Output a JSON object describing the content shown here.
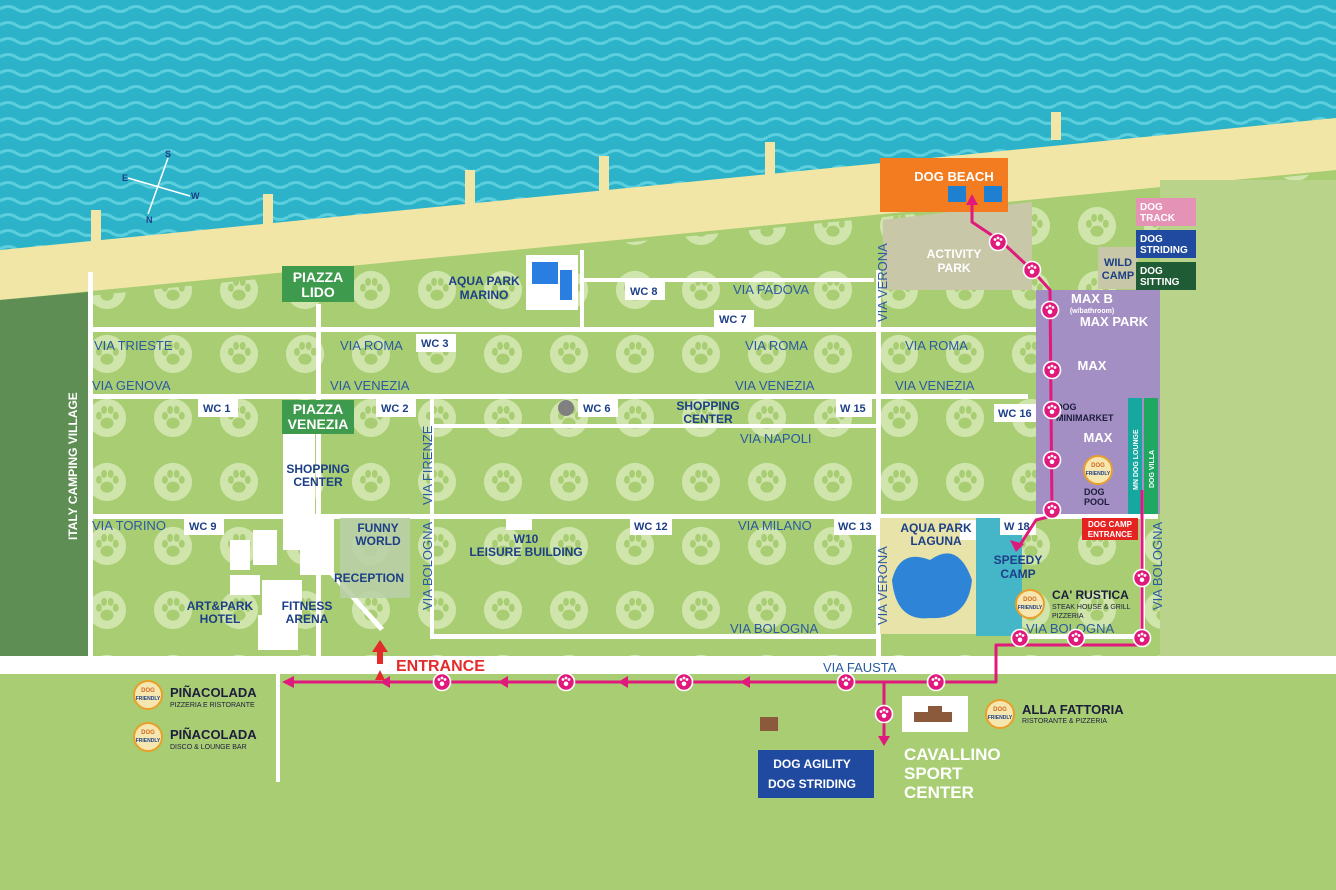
{
  "compass": {
    "s": "S",
    "e": "E",
    "w": "W",
    "n": "N"
  },
  "beach": {
    "dog_beach": "DOG BEACH"
  },
  "piazzas": {
    "lido_1": "PIAZZA",
    "lido_2": "LIDO",
    "venezia_1": "PIAZZA",
    "venezia_2": "VENEZIA"
  },
  "streets": {
    "via_trieste": "VIA TRIESTE",
    "via_genova": "VIA GENOVA",
    "via_torino": "VIA TORINO",
    "via_roma": "VIA ROMA",
    "via_venezia": "VIA VENEZIA",
    "via_padova": "VIA PADOVA",
    "via_napoli": "VIA NAPOLI",
    "via_milano": "VIA MILANO",
    "via_bologna": "VIA BOLOGNA",
    "via_fausta": "VIA FAUSTA",
    "via_verona": "VIA VERONA",
    "via_firenze": "VIA FIRENZE",
    "italy_camping_village": "ITALY CAMPING VILLAGE"
  },
  "wcs": {
    "wc1": "WC 1",
    "wc2": "WC 2",
    "wc3": "WC 3",
    "wc6": "WC 6",
    "wc7": "WC 7",
    "wc8": "WC 8",
    "wc9": "WC 9",
    "wc12": "WC 12",
    "wc13": "WC 13",
    "wc15": "W 15",
    "wc16": "WC 16",
    "wc18": "W 18"
  },
  "places": {
    "aqua_park_marino_1": "AQUA PARK",
    "aqua_park_marino_2": "MARINO",
    "shopping_center_1": "SHOPPING",
    "shopping_center_2": "CENTER",
    "funny_world_1": "FUNNY",
    "funny_world_2": "WORLD",
    "reception": "RECEPTION",
    "art_park_hotel_1": "ART&PARK",
    "art_park_hotel_2": "HOTEL",
    "fitness_arena_1": "FITNESS",
    "fitness_arena_2": "ARENA",
    "w10_1": "W10",
    "w10_2": "LEISURE BUILDING",
    "aqua_park_laguna_1": "AQUA PARK",
    "aqua_park_laguna_2": "LAGUNA",
    "speedy_camp_1": "SPEEDY",
    "speedy_camp_2": "CAMP",
    "activity_park_1": "ACTIVITY",
    "activity_park_2": "PARK",
    "wild_camp_1": "WILD",
    "wild_camp_2": "CAMP",
    "max_b": "MAX B",
    "max_b_sub": "(w/bathroom)",
    "max_park": "MAX PARK",
    "max_upper": "MAX",
    "max_lower": "MAX",
    "dog_minimarket_1": "DOG",
    "dog_minimarket_2": "MINIMARKET",
    "dog_pool_1": "DOG",
    "dog_pool_2": "POOL",
    "dog_lounge": "MN DOG LOUNGE",
    "dog_villa": "DOG VILLA",
    "dog_track_1": "DOG",
    "dog_track_2": "TRACK",
    "dog_striding_1": "DOG",
    "dog_striding_2": "STRIDING",
    "dog_sitting_1": "DOG",
    "dog_sitting_2": "SITTING",
    "dog_camp_entrance_1": "DOG CAMP",
    "dog_camp_entrance_2": "ENTRANCE",
    "ca_rustica": "CA' RUSTICA",
    "ca_rustica_sub_1": "STEAK HOUSE & GRILL",
    "ca_rustica_sub_2": "PIZZERIA",
    "entrance": "ENTRANCE",
    "pinacolada_1": "PIÑACOLADA",
    "pinacolada_1_sub": "PIZZERIA E RISTORANTE",
    "pinacolada_2": "PIÑACOLADA",
    "pinacolada_2_sub": "DISCO & LOUNGE BAR",
    "alla_fattoria": "ALLA FATTORIA",
    "alla_fattoria_sub": "RISTORANTE & PIZZERIA",
    "dog_agility_1": "DOG AGILITY",
    "dog_agility_2": "DOG STRIDING",
    "cavallino_1": "CAVALLINO",
    "cavallino_2": "SPORT",
    "cavallino_3": "CENTER",
    "dog_friendly_1": "DOG",
    "dog_friendly_2": "FRIENDLY"
  },
  "colors": {
    "sea": "#2db3c9",
    "sand": "#f2e6a6",
    "grass": "#a9cd73",
    "road": "#ffffff",
    "dog_route": "#e0197c",
    "max_area": "#a48fc4",
    "orange": "#f47c20",
    "green_box": "#3e9a4c",
    "navy": "#1f4aa0",
    "pink": "#e592b7",
    "dark_green": "#1f5c36",
    "entrance_red": "#e42b2b"
  }
}
